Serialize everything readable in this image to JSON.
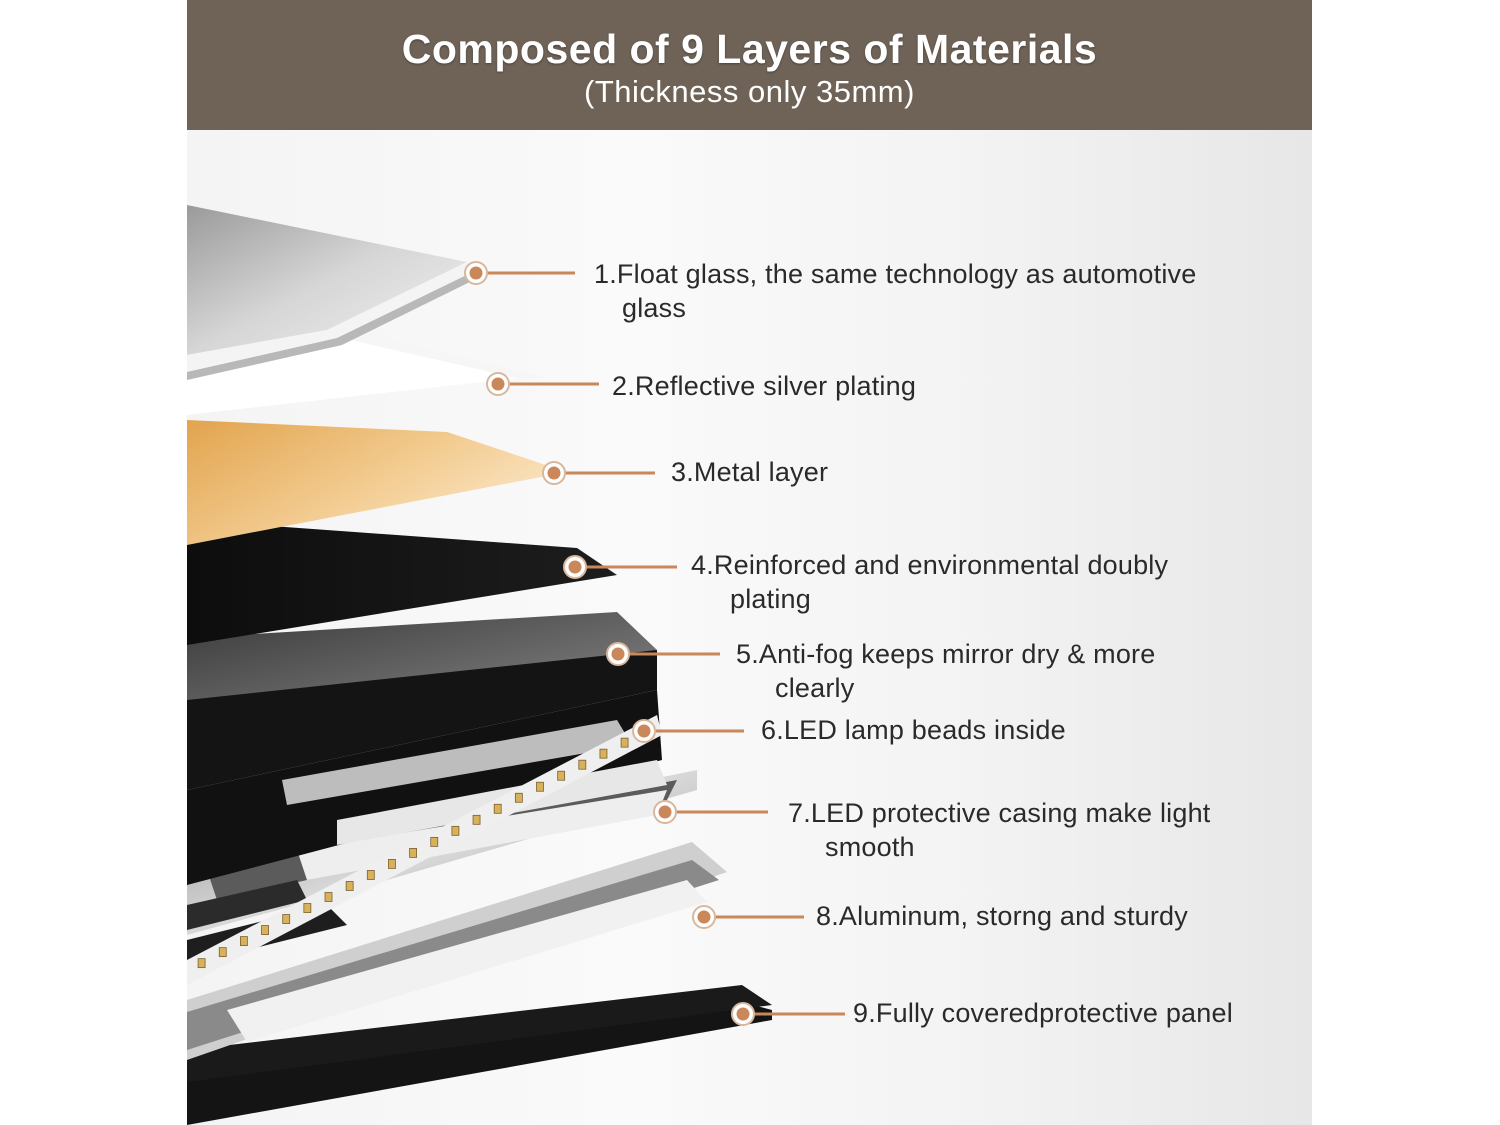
{
  "header": {
    "title": "Composed of 9 Layers of Materials",
    "subtitle": "(Thickness only 35mm)",
    "background": "#6f6358"
  },
  "accent_color": "#c9875a",
  "layers": [
    {
      "number": "1.",
      "line1": "Float glass, the same technology as automotive",
      "line2": "glass"
    },
    {
      "number": "2.",
      "line1": "Reflective silver plating",
      "line2": ""
    },
    {
      "number": "3.",
      "line1": "Metal layer",
      "line2": ""
    },
    {
      "number": "4.",
      "line1": "Reinforced and environmental doubly",
      "line2": "plating"
    },
    {
      "number": "5.",
      "line1": "Anti-fog keeps mirror dry & more",
      "line2": "clearly"
    },
    {
      "number": "6.",
      "line1": "LED lamp beads inside",
      "line2": ""
    },
    {
      "number": "7.",
      "line1": "LED protective casing make light",
      "line2": "smooth"
    },
    {
      "number": "8.",
      "line1": "Aluminum, storng and sturdy",
      "line2": ""
    },
    {
      "number": "9.",
      "line1": "Fully coveredprotective panel",
      "line2": ""
    }
  ]
}
